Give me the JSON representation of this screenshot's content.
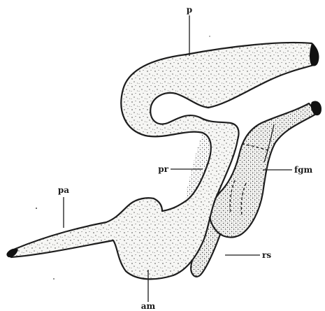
{
  "figure": {
    "labels": {
      "p": "p",
      "pr": "pr",
      "fgm": "fgm",
      "pa": "pa",
      "rs": "rs",
      "am": "am"
    }
  }
}
